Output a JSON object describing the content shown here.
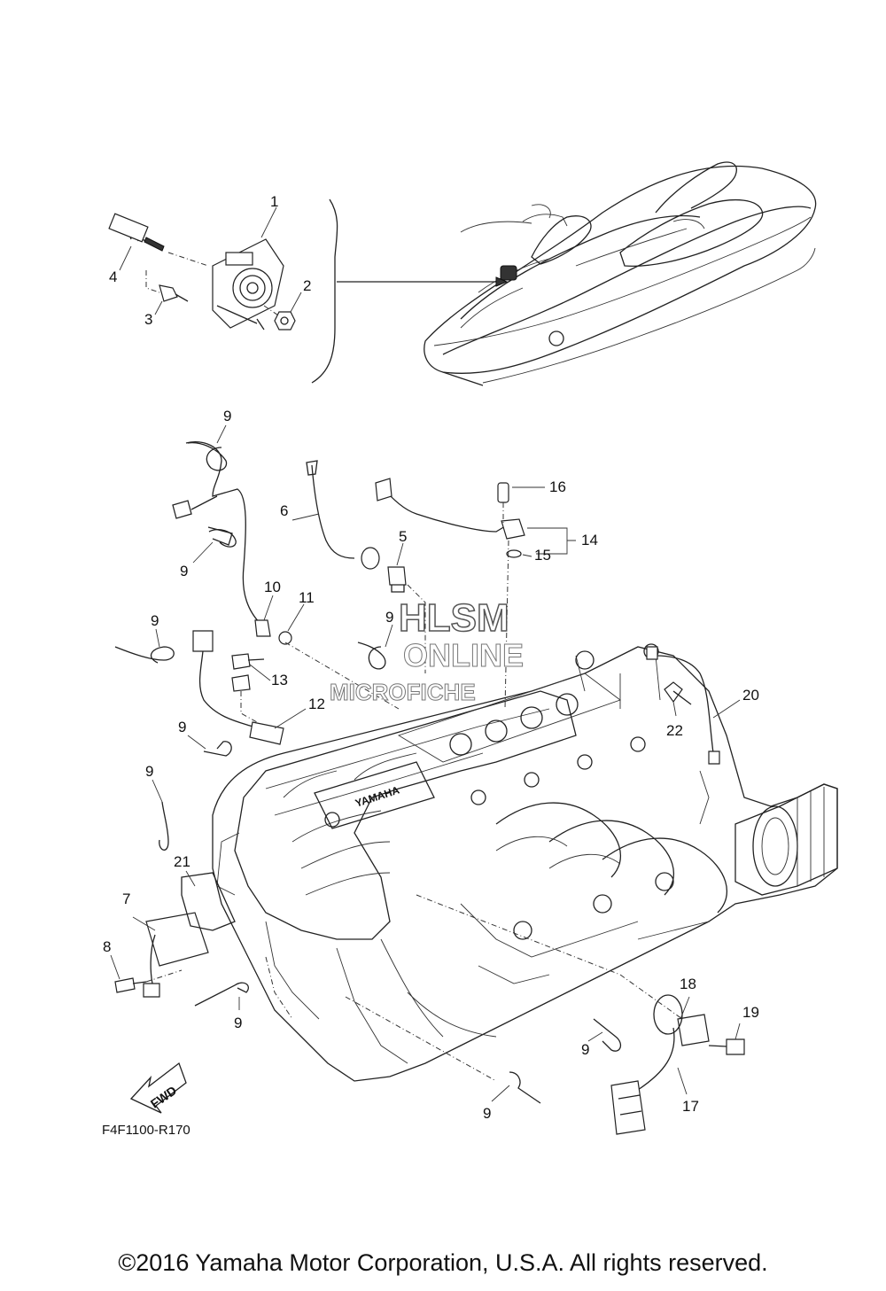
{
  "diagram": {
    "callouts": [
      "1",
      "2",
      "3",
      "4",
      "5",
      "6",
      "7",
      "8",
      "9",
      "9",
      "9",
      "9",
      "9",
      "9",
      "9",
      "9",
      "9",
      "10",
      "11",
      "12",
      "13",
      "14",
      "15",
      "16",
      "17",
      "18",
      "19",
      "20",
      "21",
      "22"
    ],
    "figure_code": "F4F1100-R170",
    "fwd_label": "FWD",
    "watermark": {
      "line1": "HLSM",
      "line2": "ONLINE",
      "line3": "MICROFICHE"
    },
    "copyright": "©2016 Yamaha Motor Corporation, U.S.A. All rights reserved."
  }
}
